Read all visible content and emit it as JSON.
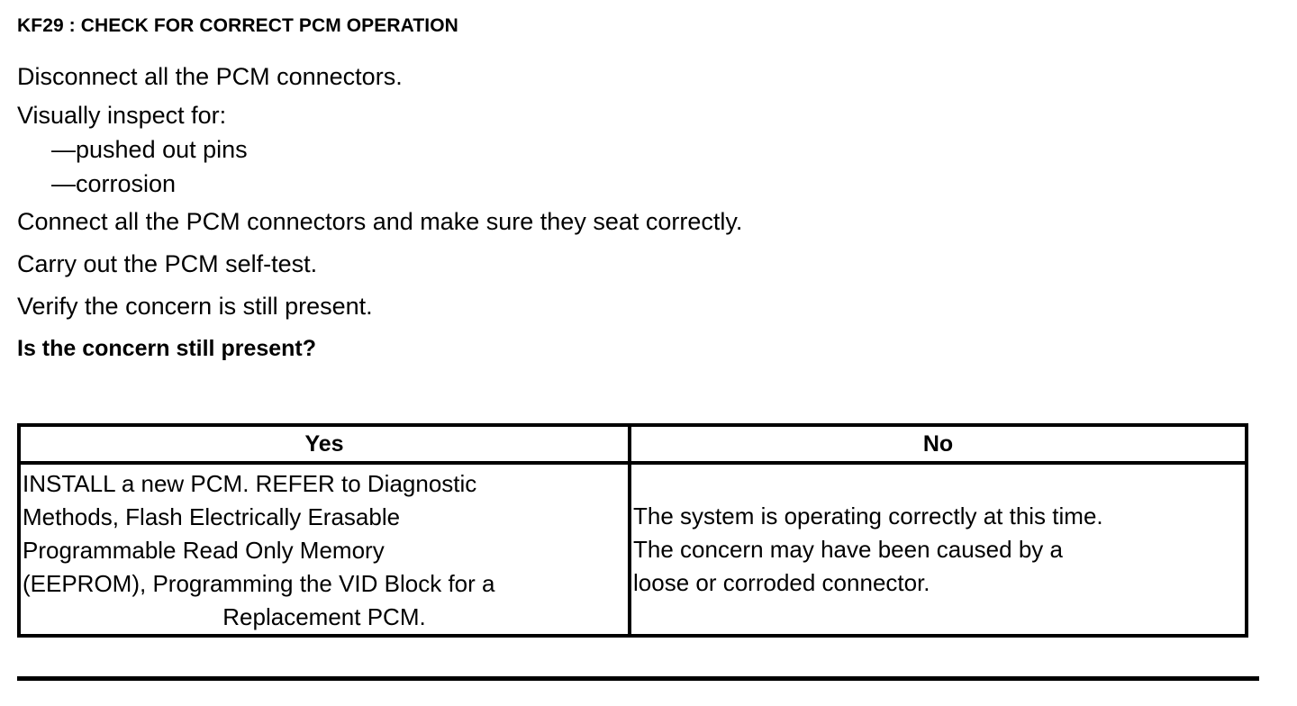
{
  "document": {
    "step_title": "KF29 : CHECK FOR CORRECT PCM OPERATION",
    "procedure": {
      "lines": [
        {
          "text": "Disconnect all the PCM connectors.",
          "style": "normal"
        },
        {
          "text": "Visually inspect for:",
          "style": "normal"
        },
        {
          "text": "—pushed out pins",
          "style": "bullet"
        },
        {
          "text": "—corrosion",
          "style": "bullet"
        },
        {
          "text": "Connect all the PCM connectors and make sure they seat correctly.",
          "style": "normal"
        },
        {
          "text": "Carry out the PCM self-test.",
          "style": "normal"
        },
        {
          "text": "Verify the concern is still present.",
          "style": "normal"
        },
        {
          "text": "Is the concern still present?",
          "style": "bold"
        }
      ]
    },
    "decision_table": {
      "headers": {
        "yes": "Yes",
        "no": "No"
      },
      "yes_cell": {
        "lines": [
          "INSTALL a new PCM. REFER to Diagnostic",
          "Methods,  Flash Electrically Erasable",
          "Programmable Read Only Memory",
          "(EEPROM), Programming the VID Block for a",
          "Replacement PCM."
        ]
      },
      "no_cell": {
        "lines": [
          "The system is operating correctly at this time.",
          "The concern may have been caused by a",
          "loose or corroded connector."
        ]
      }
    },
    "colors": {
      "ink": "#000000",
      "paper": "#ffffff"
    }
  }
}
